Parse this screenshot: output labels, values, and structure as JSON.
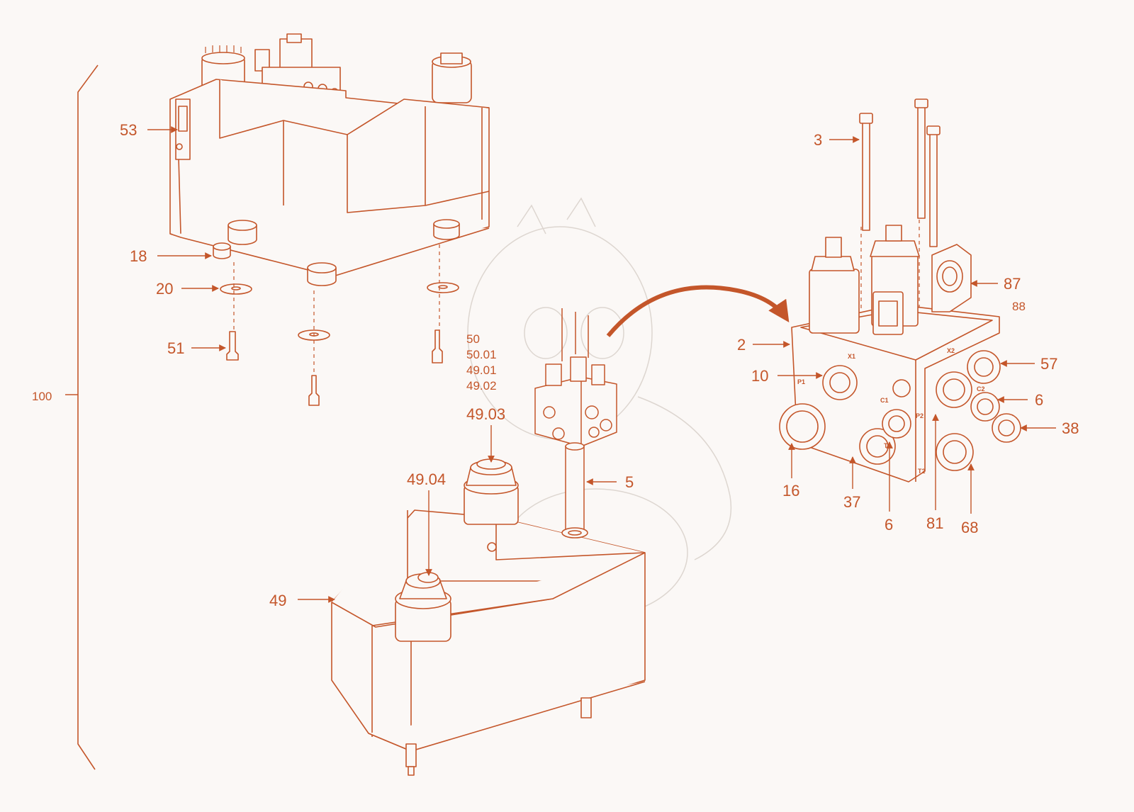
{
  "colors": {
    "line": "#c4562a",
    "fill": "#fbf8f6",
    "watermark": "#ddd6d0"
  },
  "assembly": {
    "number": "100"
  },
  "callouts": {
    "c53": "53",
    "c18": "18",
    "c20": "20",
    "c51": "51",
    "c3": "3",
    "c87": "87",
    "c88": "88",
    "c2": "2",
    "c10": "10",
    "c57": "57",
    "c6a": "6",
    "c38": "38",
    "c16": "16",
    "c37": "37",
    "c6b": "6",
    "c81": "81",
    "c68": "68",
    "c50": "50",
    "c5001": "50.01",
    "c4901": "49.01",
    "c4902": "49.02",
    "c4903": "49.03",
    "c4904": "49.04",
    "c5": "5",
    "c49": "49"
  },
  "port_markings": {
    "x1": "X1",
    "p1": "P1",
    "c1": "C1",
    "t1": "T1",
    "p2": "P2",
    "c2": "C2",
    "t2": "T2",
    "x2": "X2"
  }
}
